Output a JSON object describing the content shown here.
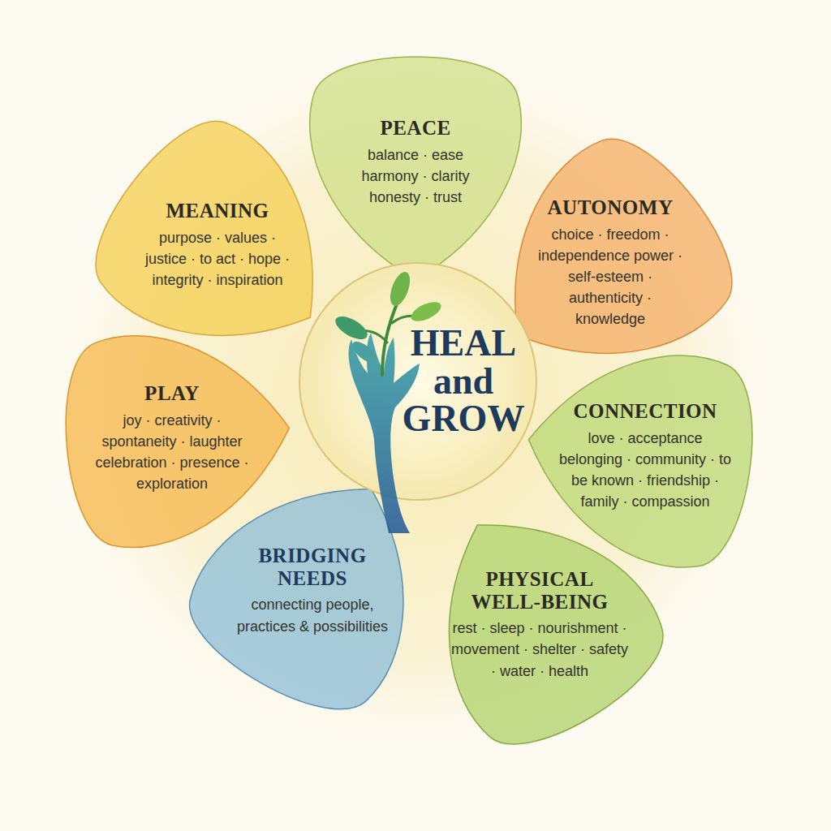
{
  "diagram": {
    "nodes": [
      {
        "text": [
          "PEACE",
          "balance · ease harmony · clarity honesty · trust"
        ]
      },
      {
        "text": [
          "MEANING",
          "purpose · values · justice · to act · hope · integrity · inspiration"
        ]
      },
      {
        "text": [
          "AUTONOMY",
          "choice · freedom · independence power · self-esteem · authenticity · knowledge"
        ]
      },
      {
        "text": [
          "HEAL and GROW"
        ]
      },
      {
        "text": [
          "PLAY",
          "joy · creativity · spontaneity · laughter celebration · presence · exploration"
        ]
      },
      {
        "text": [
          "CONNECTION",
          "love · acceptance belonging · community · to be known · friendship · family · compassion"
        ]
      },
      {
        "text": [
          "BRIDGING NEEDS",
          "connecting people, practices & possibilities"
        ]
      },
      {
        "text": [
          "PHYSICAL WELL-BEING",
          "rest · sleep · nourishment · movement · shelter · safety · water · health"
        ]
      }
    ]
  }
}
